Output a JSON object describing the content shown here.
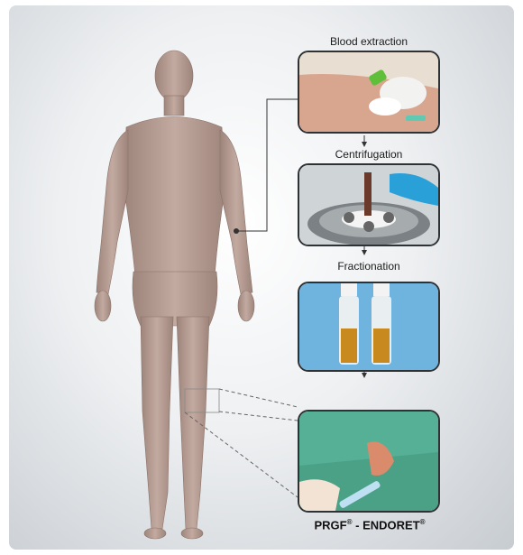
{
  "steps": {
    "s1": "Blood extraction",
    "s2": "Centrifugation",
    "s3": "Fractionation"
  },
  "brand": {
    "name1": "PRGF",
    "reg1": "®",
    "sep": " - ",
    "name2": "ENDORET",
    "reg2": "®"
  },
  "colors": {
    "skin": "#b59a90",
    "frame": "#2f3235",
    "blood": "#c88a1f",
    "drape": "#56b095"
  }
}
